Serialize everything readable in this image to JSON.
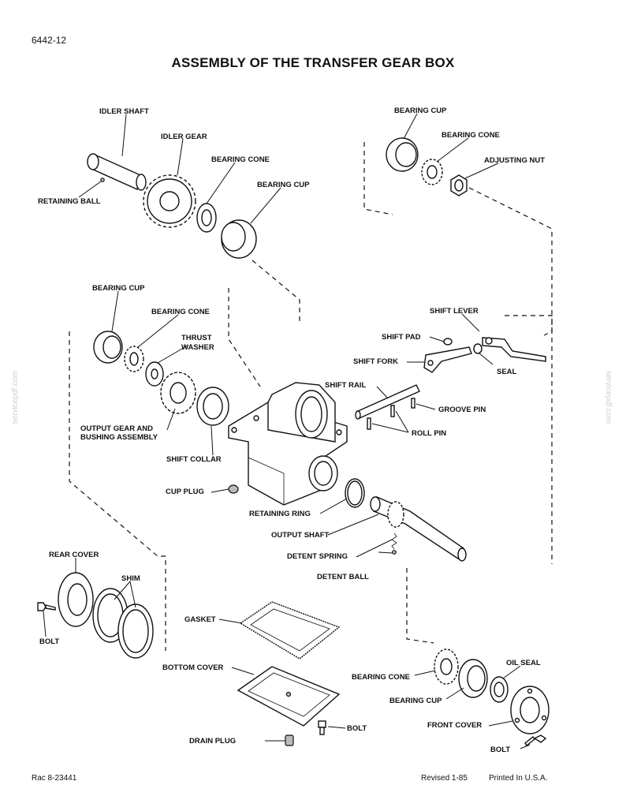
{
  "page_number": "6442-12",
  "title": "ASSEMBLY OF THE TRANSFER GEAR BOX",
  "footer": {
    "ref": "Rac 8-23441",
    "revised": "Revised 1-85",
    "printed": "Printed In U.S.A."
  },
  "watermark": "servicepdf.com",
  "labels": {
    "idler_shaft": "IDLER SHAFT",
    "idler_gear": "IDLER GEAR",
    "bearing_cone_1": "BEARING CONE",
    "bearing_cup_1": "BEARING CUP",
    "retaining_ball": "RETAINING BALL",
    "bearing_cup_2": "BEARING CUP",
    "bearing_cone_2": "BEARING CONE",
    "adjusting_nut": "ADJUSTING NUT",
    "bearing_cup_3": "BEARING CUP",
    "bearing_cone_3": "BEARING CONE",
    "thrust_washer_1": "THRUST",
    "thrust_washer_2": "WASHER",
    "output_gear_1": "OUTPUT GEAR AND",
    "output_gear_2": "BUSHING ASSEMBLY",
    "shift_collar": "SHIFT COLLAR",
    "cup_plug": "CUP PLUG",
    "shift_lever": "SHIFT LEVER",
    "shift_pad": "SHIFT PAD",
    "shift_fork": "SHIFT FORK",
    "seal": "SEAL",
    "shift_rail": "SHIFT RAIL",
    "groove_pin": "GROOVE PIN",
    "roll_pin": "ROLL PIN",
    "retaining_ring": "RETAINING RING",
    "output_shaft": "OUTPUT SHAFT",
    "detent_spring": "DETENT SPRING",
    "detent_ball": "DETENT BALL",
    "rear_cover": "REAR COVER",
    "shim": "SHIM",
    "bolt_1": "BOLT",
    "gasket": "GASKET",
    "bottom_cover": "BOTTOM COVER",
    "drain_plug": "DRAIN PLUG",
    "bolt_2": "BOLT",
    "bearing_cone_4": "BEARING CONE",
    "bearing_cup_4": "BEARING CUP",
    "oil_seal": "OIL SEAL",
    "front_cover": "FRONT COVER",
    "bolt_3": "BOLT"
  }
}
